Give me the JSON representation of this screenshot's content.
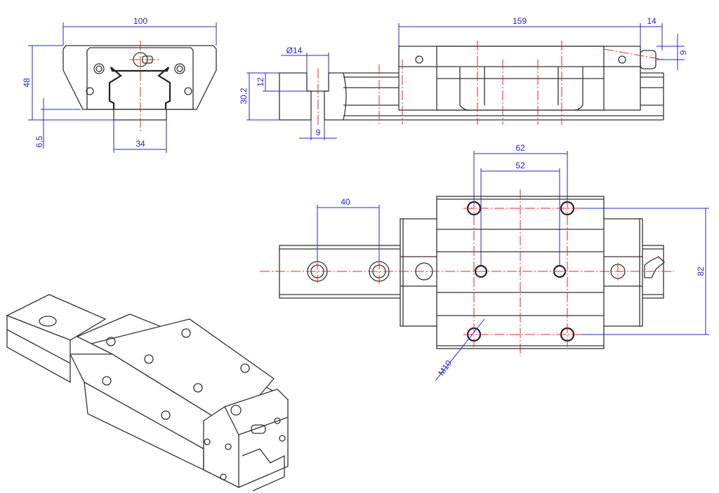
{
  "drawing": {
    "title": "Linear guide block and rail technical drawing",
    "colors": {
      "outline": "#333333",
      "centerline": "#e5262a",
      "dimension": "#2424d6"
    },
    "front_view": {
      "width": "100",
      "height": "48",
      "rail_gap": "6,5",
      "rail_width": "34"
    },
    "section_view": {
      "counterbore_diameter": "Ø14",
      "counterbore_depth": "12",
      "rail_height": "30,2",
      "bore_diameter": "9"
    },
    "side_view": {
      "block_length": "159",
      "nipple_length": "14",
      "nipple_height": "9"
    },
    "top_view": {
      "hole_spacing_outer": "62",
      "hole_spacing_inner": "52",
      "rail_hole_pitch": "40",
      "hole_spacing_vertical": "82",
      "thread": "M10"
    }
  }
}
